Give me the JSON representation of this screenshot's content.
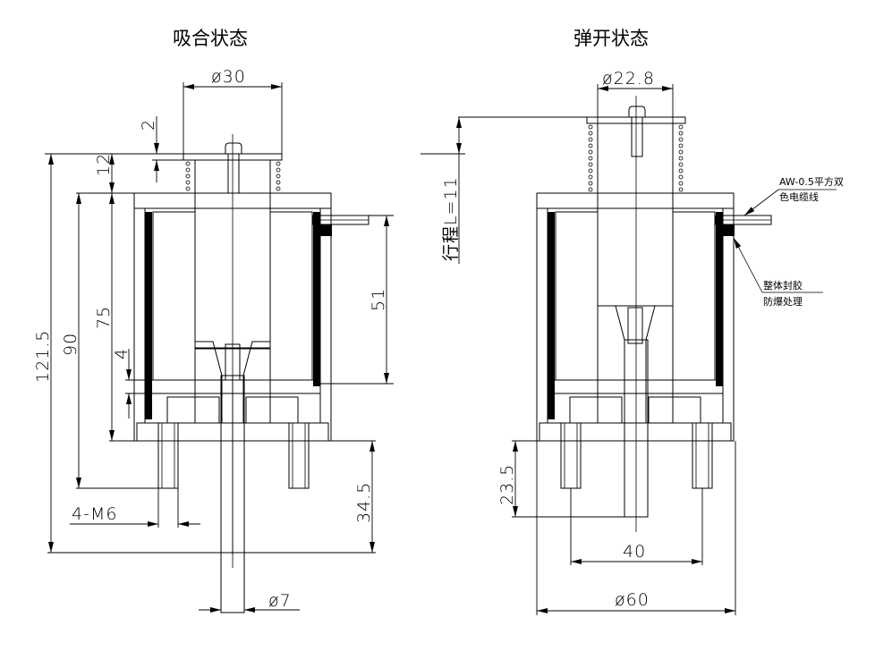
{
  "titles": {
    "engaged": "吸合状态",
    "released": "弹开状态"
  },
  "colors": {
    "line": "#000000",
    "background": "#ffffff",
    "insulation": "#000000"
  },
  "engaged_view": {
    "dims": {
      "top_diameter": "ø30",
      "plate_gap": "2",
      "top_to_housing": "12",
      "total_height": "121.5",
      "housing_plus_stud": "90",
      "housing_height": "75",
      "bottom_gap": "4",
      "coil_height": "51",
      "stud_length": "34.5",
      "stud_thread": "4-M6",
      "rod_diameter": "ø7"
    }
  },
  "released_view": {
    "dims": {
      "top_diameter": "ø22.8",
      "stroke": "行程L=11",
      "rod_protrusion": "23.5",
      "stud_spacing": "40",
      "body_diameter": "ø60"
    },
    "notes": {
      "cable_line1": "AW-0.5平方双",
      "cable_line2": "色电缆线",
      "potting_line1": "整体封胶",
      "potting_line2": "防爆处理"
    }
  }
}
